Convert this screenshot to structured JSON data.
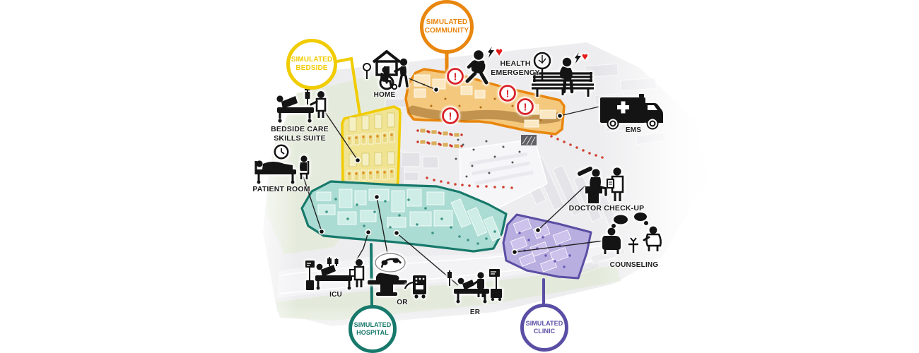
{
  "glyphs": {
    "warning": "!",
    "heart": "♥"
  },
  "colors": {
    "ink": "#141414",
    "connector": "#222222",
    "warning": "#D8232A",
    "heart": "#E41A1A"
  },
  "map": {
    "zones": [
      {
        "id": "bedside",
        "badge": [
          "SIMULATED",
          "BEDSIDE"
        ],
        "color": "#F0CC00",
        "fill": "#F0E494"
      },
      {
        "id": "community",
        "badge": [
          "SIMULATED",
          "COMMUNITY"
        ],
        "color": "#E8860E",
        "fill": "#F4C87D"
      },
      {
        "id": "hospital",
        "badge": [
          "SIMULATED",
          "HOSPITAL"
        ],
        "color": "#17796B",
        "fill": "#ABDCD3"
      },
      {
        "id": "clinic",
        "badge": [
          "SIMULATED",
          "CLINIC"
        ],
        "color": "#5A4EA4",
        "fill": "#B9AEE0"
      }
    ]
  },
  "callouts": [
    {
      "id": "home",
      "lines": [
        "HOME"
      ]
    },
    {
      "id": "health-emergency",
      "lines": [
        "HEALTH",
        "EMERGENCY"
      ]
    },
    {
      "id": "ems",
      "lines": [
        "EMS"
      ]
    },
    {
      "id": "bedside-care",
      "lines": [
        "BEDSIDE CARE",
        "SKILLS SUITE"
      ]
    },
    {
      "id": "patient-room",
      "lines": [
        "PATIENT ROOM"
      ]
    },
    {
      "id": "doctor-checkup",
      "lines": [
        "DOCTOR CHECK-UP"
      ]
    },
    {
      "id": "counseling",
      "lines": [
        "COUNSELING"
      ]
    },
    {
      "id": "icu",
      "lines": [
        "ICU"
      ]
    },
    {
      "id": "or",
      "lines": [
        "OR"
      ]
    },
    {
      "id": "er",
      "lines": [
        "ER"
      ]
    }
  ]
}
